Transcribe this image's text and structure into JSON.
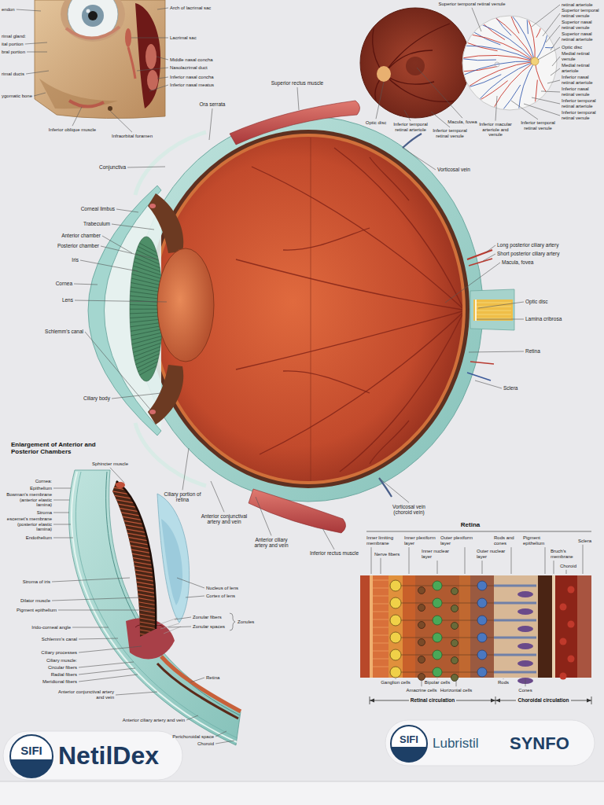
{
  "diagram": {
    "nodes": [
      {
        "text": [
          "SIFI"
        ]
      },
      {
        "text": [
          "SIFI"
        ]
      }
    ],
    "labels": [
      "endon",
      "rimal gland:",
      "ital portion",
      "bral portion",
      "rimal ducts",
      "ygomatic bone",
      "Arch of lacrimal sac",
      "Lacrimal sac",
      "Middle nasal concha",
      "Nasolacrimal duct",
      "Inferior nasal concha",
      "Inferior nasal meatus",
      "Inferior oblique muscle",
      "Infraorbital foramen",
      "Optic disc",
      "Inferior temporal retinal arteriole",
      "Inferior temporal retinal venule",
      "Macula, fovea",
      "Inferior macular arteriole and venule",
      "Inferior temporal retinal venule",
      "Superior temporal retinal venule",
      "retinal arteriole",
      "Superior temporal retinal venule",
      "Superior nasal retinal venule",
      "Superior nasal retinal arteriole",
      "Optic disc",
      "Medial retinal venule",
      "Medial retinal arteriole",
      "Inferior nasal retinal arteriole",
      "Inferior nasal retinal venule",
      "Inferior temporal retinal arteriole",
      "Inferior temporal retinal venule",
      "Ora serrata",
      "Superior rectus muscle",
      "Conjunctiva",
      "Corneal limbus",
      "Trabeculum",
      "Anterior chamber",
      "Posterior chamber",
      "Iris",
      "Cornea",
      "Lens",
      "Schlemm's canal",
      "Ciliary body",
      "Ciliary portion of retina",
      "Anterior conjunctival artery and vein",
      "Anterior ciliary artery and vein",
      "Inferior rectus muscle",
      "Vorticosal vein (choroid vein)",
      "Vorticosal vein",
      "Long posterior ciliary artery",
      "Short posterior ciliary artery",
      "Macula, fovea",
      "Optic disc",
      "Lamina cribrosa",
      "Retina",
      "Sclera",
      "Enlargement of Anterior and Posterior Chambers",
      "Sphincter muscle",
      "Cornea:",
      "Epithelium",
      "Bowman's membrane (anterior elastic lamina)",
      "Stroma",
      "escemet's membrane (posterior elastic lamina)",
      "Endothelium",
      "Stroma of iris",
      "Dilator muscle",
      "Pigment epithelium",
      "Irido-corneal angle",
      "Schlemm's canal",
      "Ciliary processes",
      "Ciliary muscle:",
      "Circular fibers",
      "Radial fibers",
      "Meridional fibers",
      "Anterior conjunctival artery and vein",
      "Anterior ciliary artery and vein",
      "Perichoroidal space",
      "Choroid",
      "Retina",
      "Nucleus of lens",
      "Cortex of lens",
      "Zonular fibers",
      "Zonular spaces",
      "Zonules",
      "Retina",
      "Inner limiting membrane",
      "Nerve fibers",
      "Inner plexiform layer",
      "Inner nuclear layer",
      "Outer nuclear layer",
      "Outer plexiform layer",
      "Rods and cones",
      "Pigment epithelium",
      "Bruch's membrane",
      "Choroid",
      "Sclera",
      "Ganglion cells",
      "Amacrine cells",
      "Bipolar cells",
      "Horizontal cells",
      "Rods",
      "Cones",
      "Retinal circulation",
      "Choroidal circulation",
      "NetilDex",
      "Lubristil",
      "SYNFO"
    ]
  }
}
